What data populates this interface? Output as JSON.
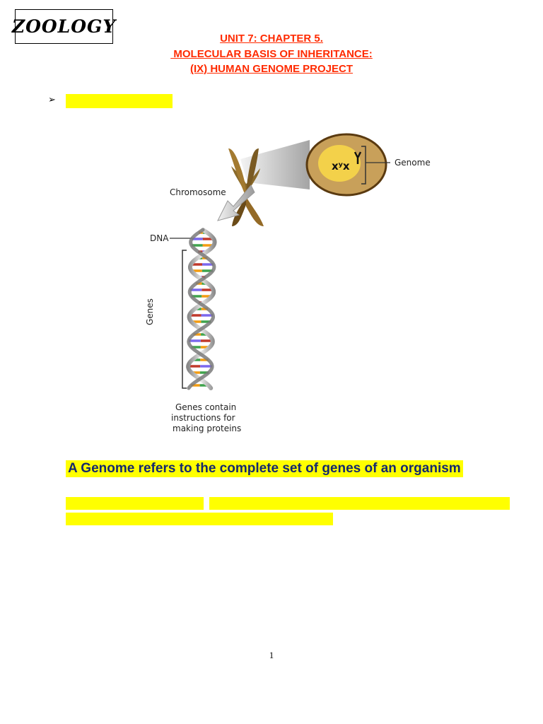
{
  "logo": {
    "text": "ZOOLOGY"
  },
  "header": {
    "line1": "UNIT 7: CHAPTER  5.",
    "line2": " MOLECULAR BASIS OF INHERITANCE:",
    "line3": "(IX) HUMAN GENOME PROJECT"
  },
  "bullet": {
    "symbol": "➢"
  },
  "diagram": {
    "labels": {
      "genome": "Genome",
      "chromosome": "Chromosome",
      "dna": "DNA",
      "genes": "Genes",
      "caption_line1": "Genes contain",
      "caption_line2": "instructions for",
      "caption_line3": "making proteins"
    },
    "base_colors": [
      "#3fa34d",
      "#c0392b",
      "#f39c12",
      "#7b68ee"
    ]
  },
  "definition": {
    "text": "A Genome refers to the complete set of genes of an organism"
  },
  "highlight_color": "#ffff00",
  "page": {
    "number": "1"
  }
}
